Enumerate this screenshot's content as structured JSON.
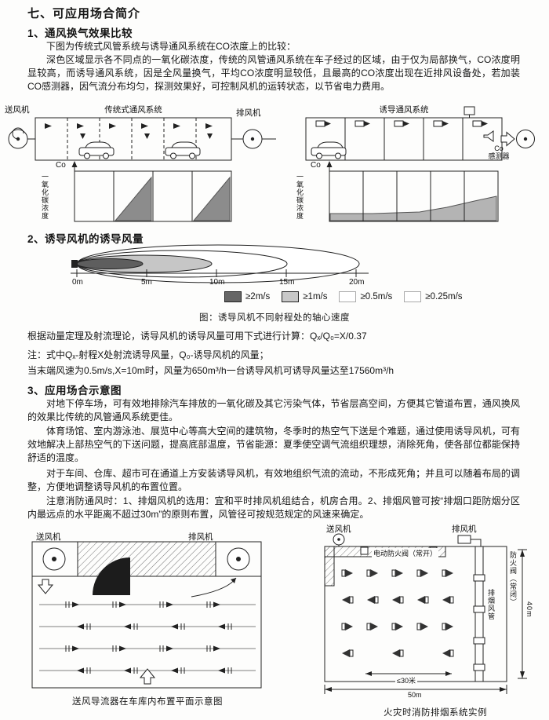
{
  "page": {
    "title": "七、可应用场合简介"
  },
  "section1": {
    "heading": "1、通风换气效果比较",
    "intro": "下图为传统式风管系统与诱导通风系统在CO浓度上的比较：",
    "body": "深色区域显示各不同点的一氧化碳浓度，传统的风管通风系统在车子经过的区域，由于仅为局部换气，CO浓度明显较高，而诱导通风系统，因是全风量换气，平均CO浓度明显较低，且最高的CO浓度出现在近排风设备处，若加装CO感测器，因气流分布均匀，探测效果好，可控制风机的运转状态，以节省电力费用。",
    "diagram": {
      "supply_fan": "送风机",
      "traditional_title": "传统式通风系统",
      "exhaust_fan": "排风机",
      "induced_title": "诱导通风系统",
      "co_sensor": "Co\n感测器",
      "co_axis": "Co",
      "co_y_label": "一氧化碳浓度"
    }
  },
  "section2": {
    "heading": "2、诱导风机的诱导风量",
    "jet": {
      "distances": [
        "0m",
        "5m",
        "10m",
        "15m",
        "20m"
      ]
    },
    "legend": [
      {
        "label": "≥2m/s",
        "color": "#666666"
      },
      {
        "label": "≥1m/s",
        "color": "#c8c8c8"
      },
      {
        "label": "≥0.5m/s",
        "color": "#ffffff"
      },
      {
        "label": "≥0.25m/s",
        "color": "#ffffff"
      }
    ],
    "caption": "图：诱导风机不同射程处的轴心速度",
    "formula_line": "根据动量定理及射流理论，诱导风机的诱导风量可用下式进行计算：Qₓ/Q₀=X/0.37",
    "note_line1": "注：式中Qₓ-射程X处射流诱导风量，Q₀-诱导风机的风量；",
    "note_line2": "当末端风速为0.5m/s,X=10m时，风量为650m³/h一台诱导风机可诱导风量达至17560m³/h"
  },
  "section3": {
    "heading": "3、应用场合示意图",
    "paragraphs": [
      "对地下停车场，可有效地排除汽车排放的一氧化碳及其它污染气体，节省层高空间，方便其它管道布置，通风换风的效果比传统的风管通风系统更佳。",
      "体育场馆、室内游泳池、展览中心等高大空间的建筑物，冬季时的热空气下送是个难题，通过使用诱导风机，可有效地解决上部热空气的下送问题，提高底部温度，节省能源：夏季使空调气流组织理想，消除死角，使各部位都能保持舒适的温度。",
      "对于车间、仓库、超市可在通道上方安装诱导风机，有效地组织气流的流动，不形成死角；并且可以随着布局的调整，方便地调整诱导风机的布置位置。",
      "注意消防通风时：1、排烟风机的选用：宜和平时排风机组结合，机房合用。2、排烟风管可按“排烟口距防烟分区内最远点的水平距离不超过30m”的原则布置，风管径可按规范规定的风速来确定。"
    ]
  },
  "garage_diagram": {
    "supply_fan": "送风机",
    "exhaust_fan": "排风机",
    "caption": "送风导流器在车库内布置平面示意图"
  },
  "fire_diagram": {
    "supply_fan": "送风机",
    "exhaust_fan": "排风机",
    "electric_damper": "电动防火阀（常开）",
    "fire_damper": "防火阀（常闭）",
    "smoke_duct": "排烟风管",
    "max_distance": "≤30米",
    "width_dim": "50m",
    "height_dim": "40m",
    "caption": "火灾时消防排烟系统实例"
  }
}
